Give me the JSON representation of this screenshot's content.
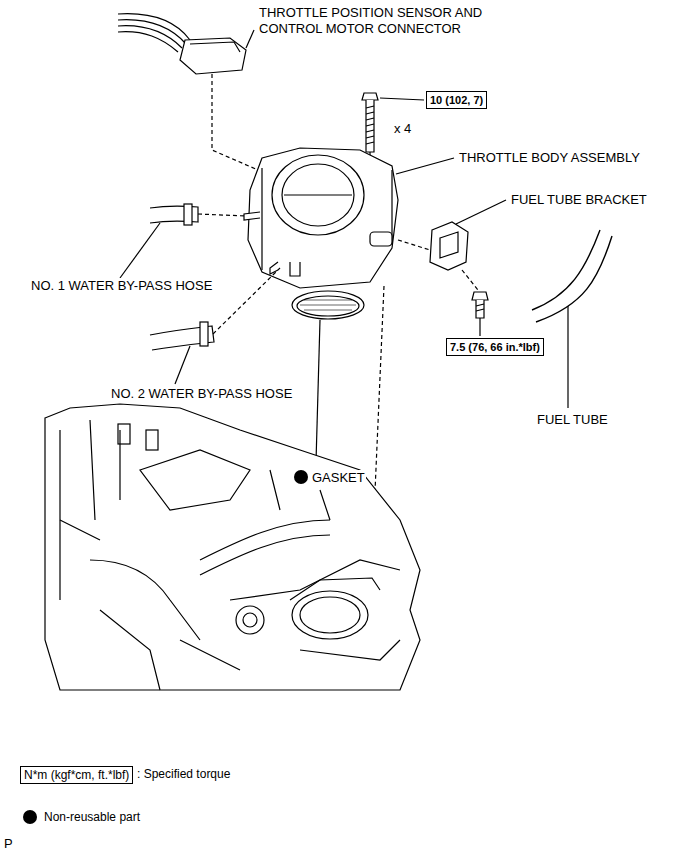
{
  "diagram": {
    "nodes": [
      {
        "text": [
          "10 (102, 7)"
        ]
      },
      {
        "text": [
          "7.5 (76, 66 in.*lbf)"
        ]
      },
      {
        "text": [
          "N*m (kgf*cm, ft.*lbf)"
        ]
      }
    ],
    "labels": [
      "THROTTLE POSITION SENSOR AND CONTROL MOTOR CONNECTOR",
      "x 4",
      "THROTTLE BODY ASSEMBLY",
      "FUEL TUBE BRACKET",
      "NO. 1 WATER BY-PASS HOSE",
      "NO. 2 WATER BY-PASS HOSE",
      "FUEL TUBE",
      "GASKET",
      "P"
    ],
    "legend": [
      {
        "text": ": Specified torque"
      },
      {
        "text": "Non-reusable part"
      }
    ]
  }
}
